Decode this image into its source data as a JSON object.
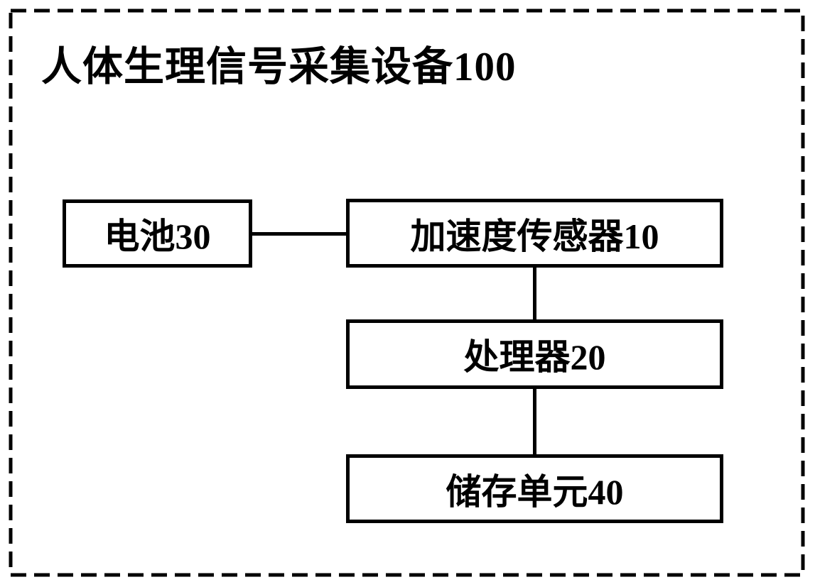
{
  "diagram": {
    "title": "人体生理信号采集设备100",
    "nodes": {
      "battery": {
        "label": "电池30"
      },
      "accelerometer": {
        "label": "加速度传感器10"
      },
      "processor": {
        "label": "处理器20"
      },
      "storage": {
        "label": "储存单元40"
      }
    },
    "edges": [
      {
        "from": "battery",
        "to": "accelerometer",
        "direction": "horizontal"
      },
      {
        "from": "accelerometer",
        "to": "processor",
        "direction": "vertical"
      },
      {
        "from": "processor",
        "to": "storage",
        "direction": "vertical"
      }
    ],
    "colors": {
      "line": "#000000",
      "background": "#ffffff",
      "text": "#000000"
    },
    "border_style": "dashed"
  }
}
